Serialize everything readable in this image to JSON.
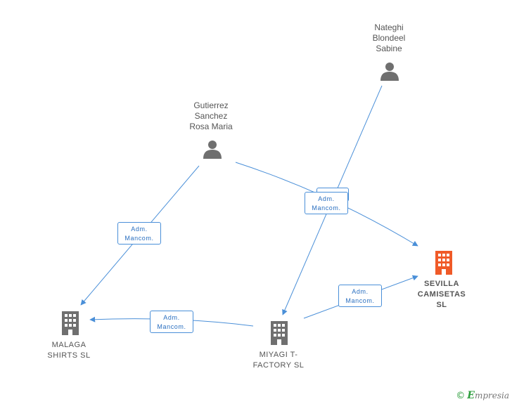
{
  "nodes": {
    "nateghi": {
      "lines": [
        "Nateghi",
        "Blondeel",
        "Sabine"
      ]
    },
    "gutierrez": {
      "lines": [
        "Gutierrez",
        "Sanchez",
        "Rosa Maria"
      ]
    },
    "sevilla": {
      "lines": [
        "SEVILLA",
        "CAMISETAS",
        "SL"
      ]
    },
    "malaga": {
      "lines": [
        "MALAGA",
        "SHIRTS  SL"
      ]
    },
    "miyagi": {
      "lines": [
        "MIYAGI T-",
        "FACTORY SL"
      ]
    }
  },
  "edge_labels": {
    "gut_malaga": [
      "Adm.",
      "Mancom."
    ],
    "shared_back": [
      "",
      ""
    ],
    "shared_front": [
      "Adm.",
      "Mancom."
    ],
    "miyagi_malaga": [
      "Adm.",
      "Mancom."
    ],
    "miyagi_sevilla": [
      "Adm.",
      "Mancom."
    ]
  },
  "colors": {
    "person": "#6f6f6f",
    "company": "#6f6f6f",
    "main_company": "#f05a28",
    "edge": "#4a8fd8"
  },
  "brand": {
    "copyright": "©",
    "initial": "E",
    "rest": "mpresia"
  }
}
